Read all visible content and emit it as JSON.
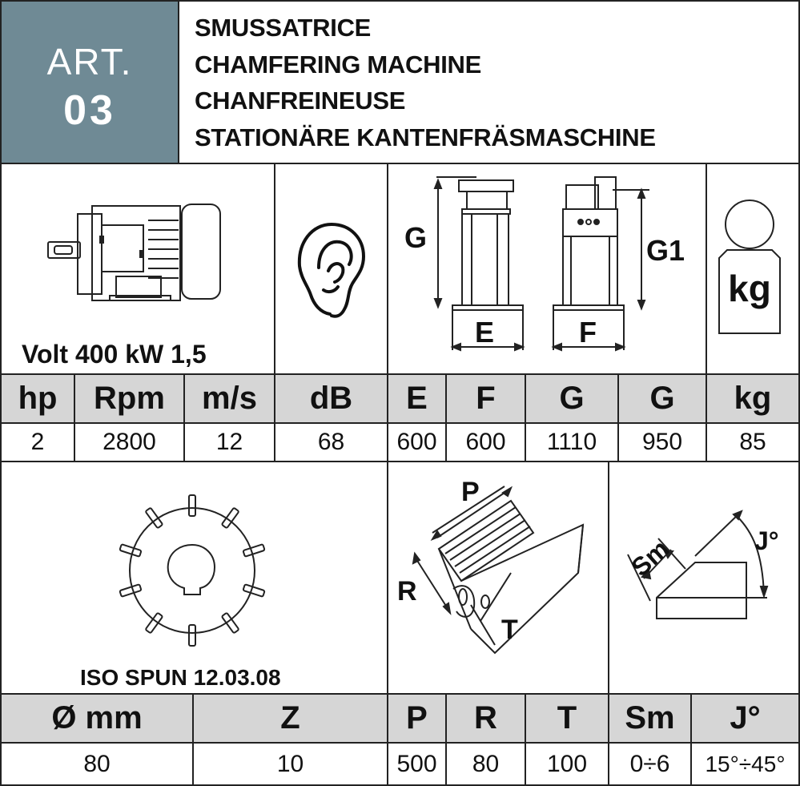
{
  "article": {
    "label": "ART.",
    "number": "03"
  },
  "titles": [
    "SMUSSATRICE",
    "CHAMFERING MACHINE",
    "CHANFREINEUSE",
    "STATIONÄRE KANTENFRÄSMASCHINE"
  ],
  "motor": {
    "caption": "Volt 400 kW 1,5"
  },
  "dimension_labels": {
    "g": "G",
    "g1": "G1",
    "e": "E",
    "f": "F",
    "kg": "kg"
  },
  "spec_table_1": {
    "headers": [
      "hp",
      "Rpm",
      "m/s",
      "dB",
      "E",
      "F",
      "G",
      "G",
      "kg"
    ],
    "values": [
      "2",
      "2800",
      "12",
      "68",
      "600",
      "600",
      "1110",
      "950",
      "85"
    ]
  },
  "tool": {
    "caption": "ISO SPUN 12.03.08"
  },
  "diagram_labels": {
    "p": "P",
    "r": "R",
    "t": "T",
    "sm": "Sm",
    "j": "J°"
  },
  "spec_table_2": {
    "headers": [
      "Ø mm",
      "Z",
      "P",
      "R",
      "T",
      "Sm",
      "J°"
    ],
    "values": [
      "80",
      "10",
      "500",
      "80",
      "100",
      "0÷6",
      "15°÷45°"
    ]
  },
  "colors": {
    "header_bg": "#6f8a95",
    "table_header_bg": "#d6d6d6"
  }
}
